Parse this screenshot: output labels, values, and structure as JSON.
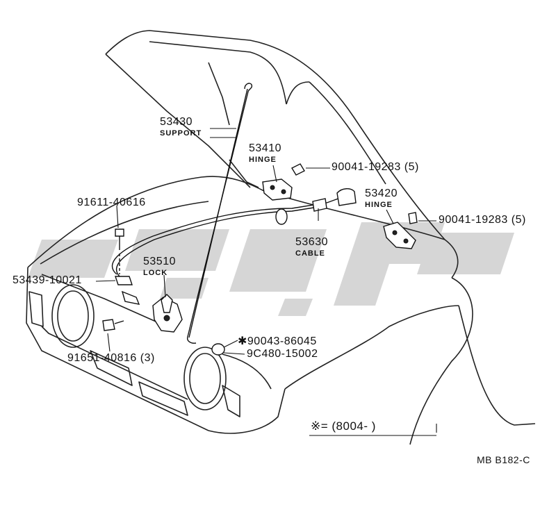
{
  "watermark": {
    "text": "ᗒᓴᑫᗒ",
    "color": "#c8c8c8"
  },
  "parts": {
    "support": {
      "number": "53430",
      "name": "SUPPORT"
    },
    "hinge_left": {
      "number": "53410",
      "name": "HINGE"
    },
    "hinge_right": {
      "number": "53420",
      "name": "HINGE"
    },
    "cable": {
      "number": "53630",
      "name": "CABLE"
    },
    "lock": {
      "number": "53510",
      "name": "LOCK"
    },
    "bolt_left": {
      "number": "90041-19283 (5)"
    },
    "bolt_right": {
      "number": "90041-19283 (5)"
    },
    "screw_top": {
      "number": "91611-40616"
    },
    "clip": {
      "number": "53439-10021"
    },
    "bolt_bottom": {
      "number": "91651-40816 (3)"
    },
    "grommet_a": {
      "number": "✱90043-86045"
    },
    "grommet_b": {
      "number": "9C480-15002"
    }
  },
  "note": {
    "text": "※= (8004-          )"
  },
  "reference_code": "MB B182-C"
}
